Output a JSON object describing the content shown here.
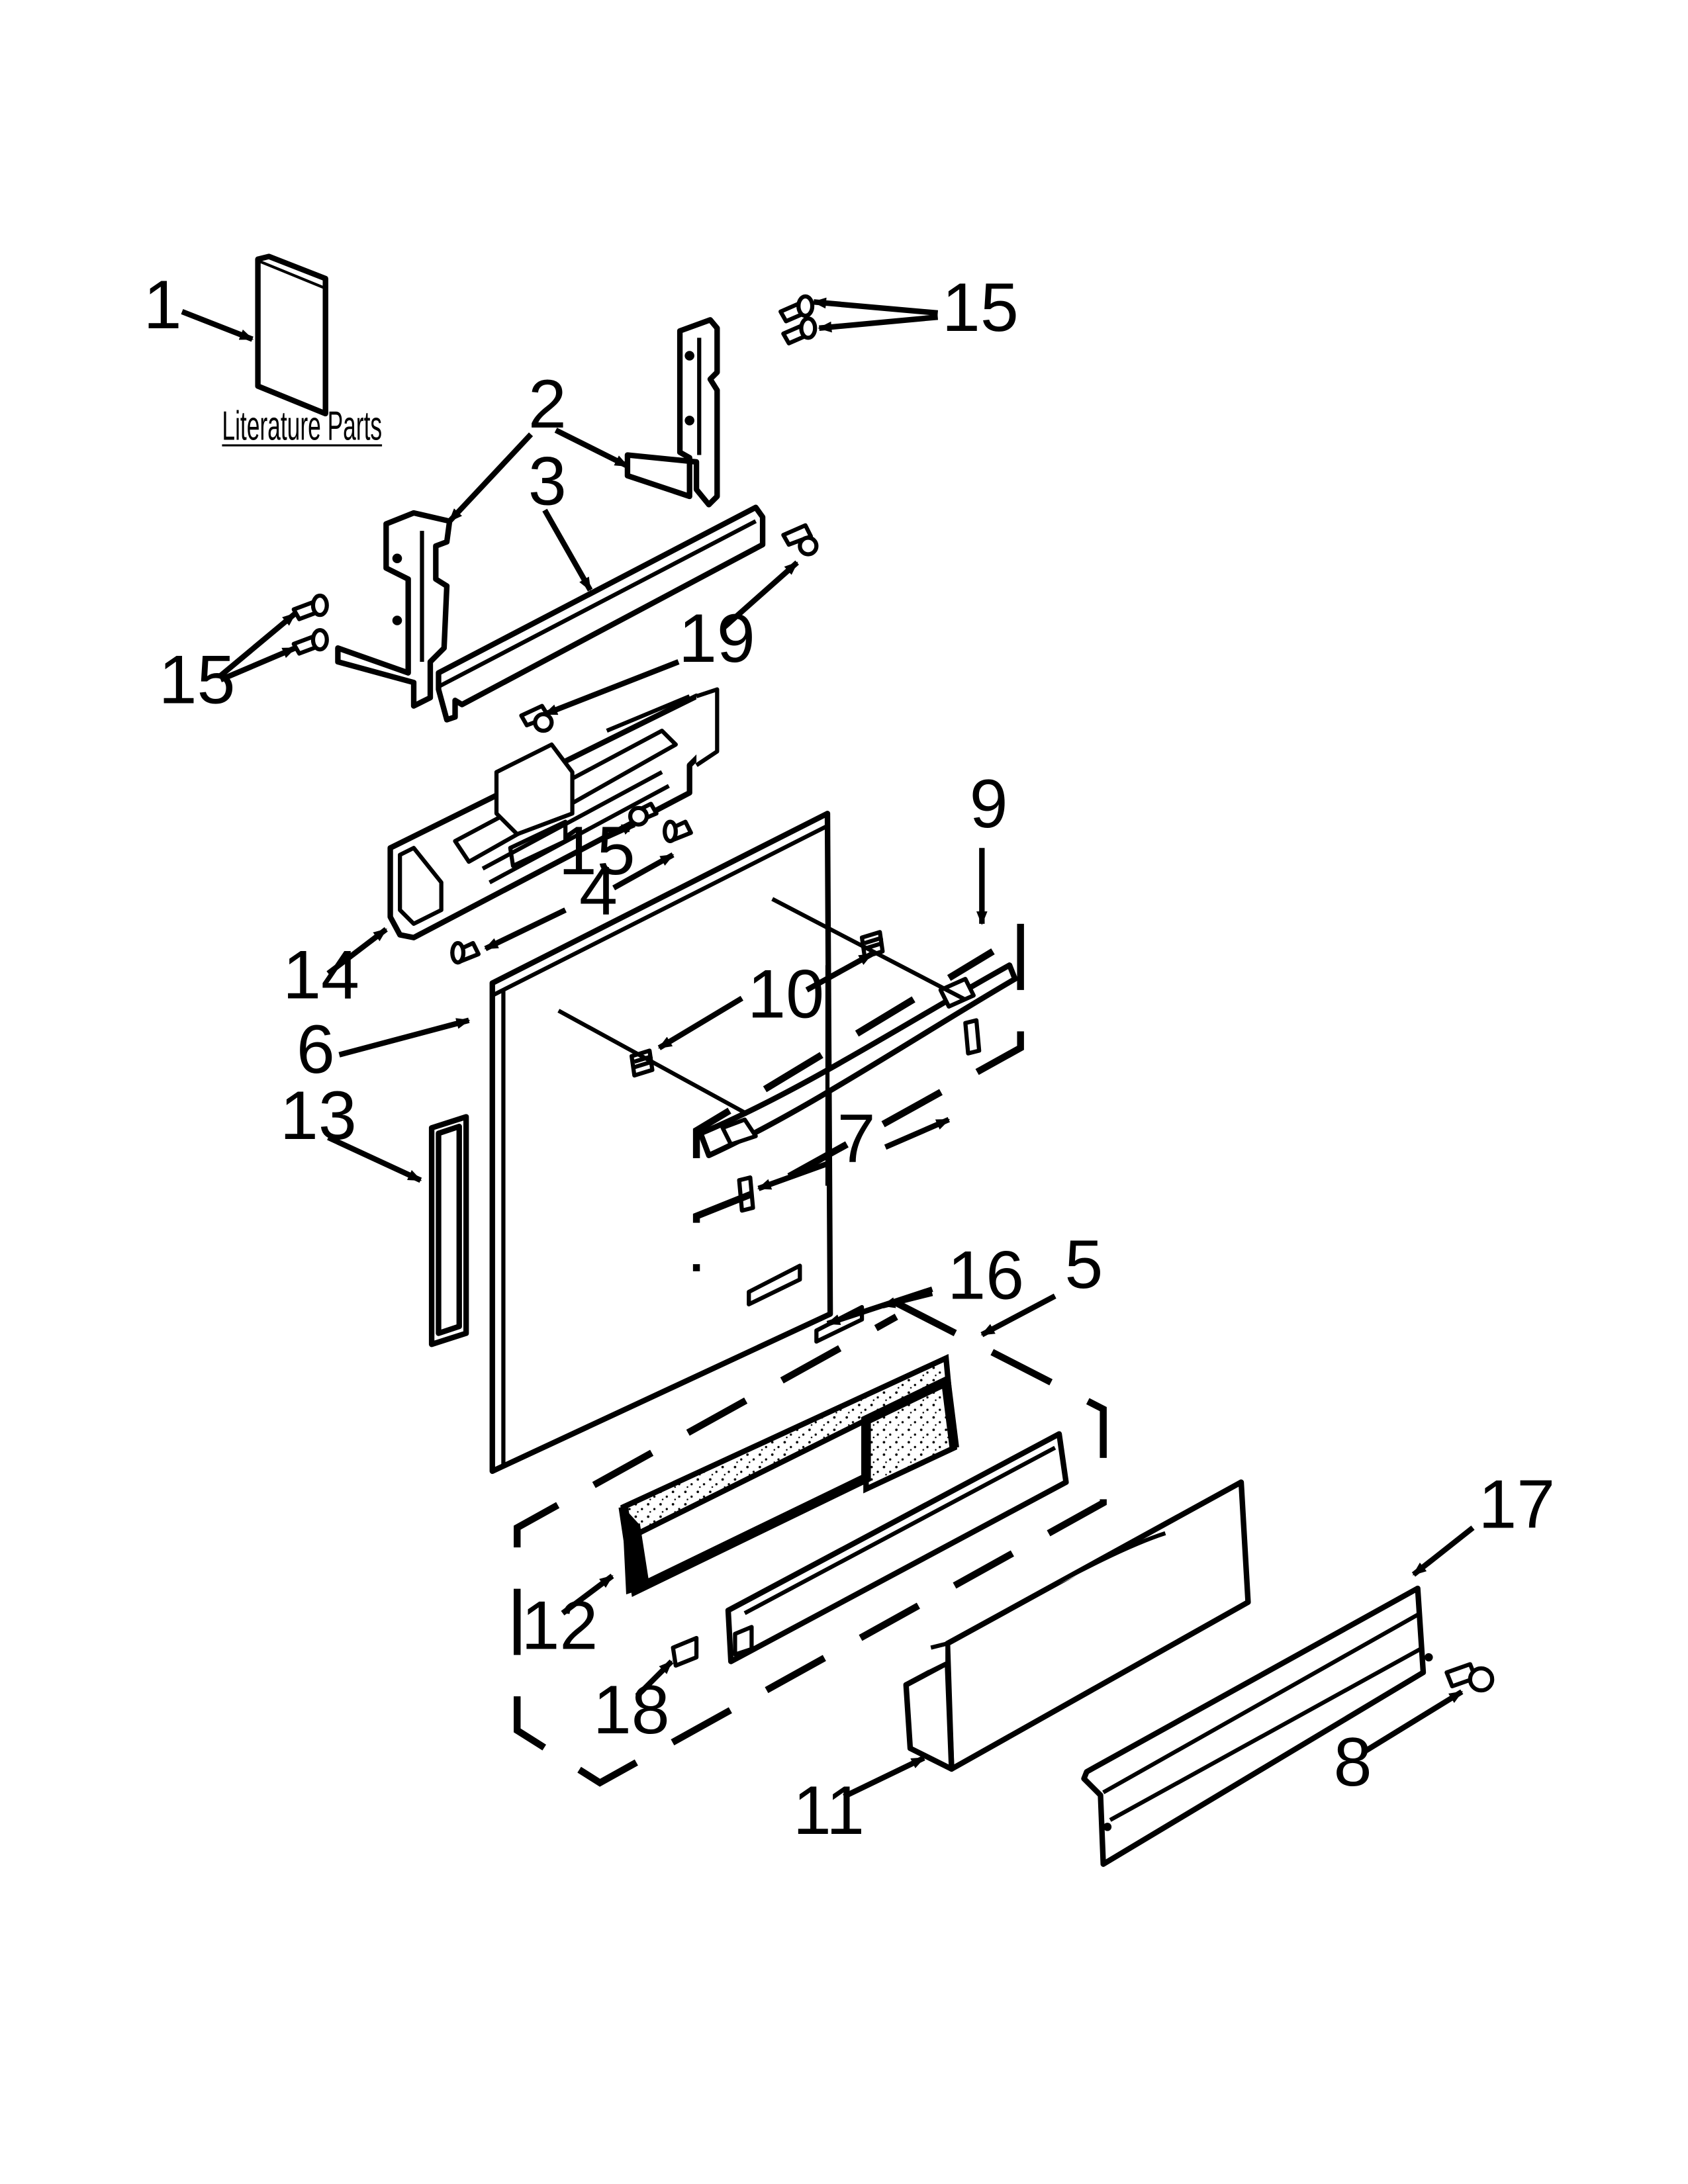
{
  "diagram": {
    "literature_label": "Literature Parts",
    "callouts": {
      "c1": "1",
      "c2": "2",
      "c3": "3",
      "c4": "4",
      "c5": "5",
      "c6": "6",
      "c7": "7",
      "c8": "8",
      "c9": "9",
      "c10": "10",
      "c11": "11",
      "c12": "12",
      "c13": "13",
      "c14": "14",
      "c15a": "15",
      "c15b": "15",
      "c15c": "15",
      "c16": "16",
      "c17": "17",
      "c18": "18",
      "c19": "19"
    }
  }
}
